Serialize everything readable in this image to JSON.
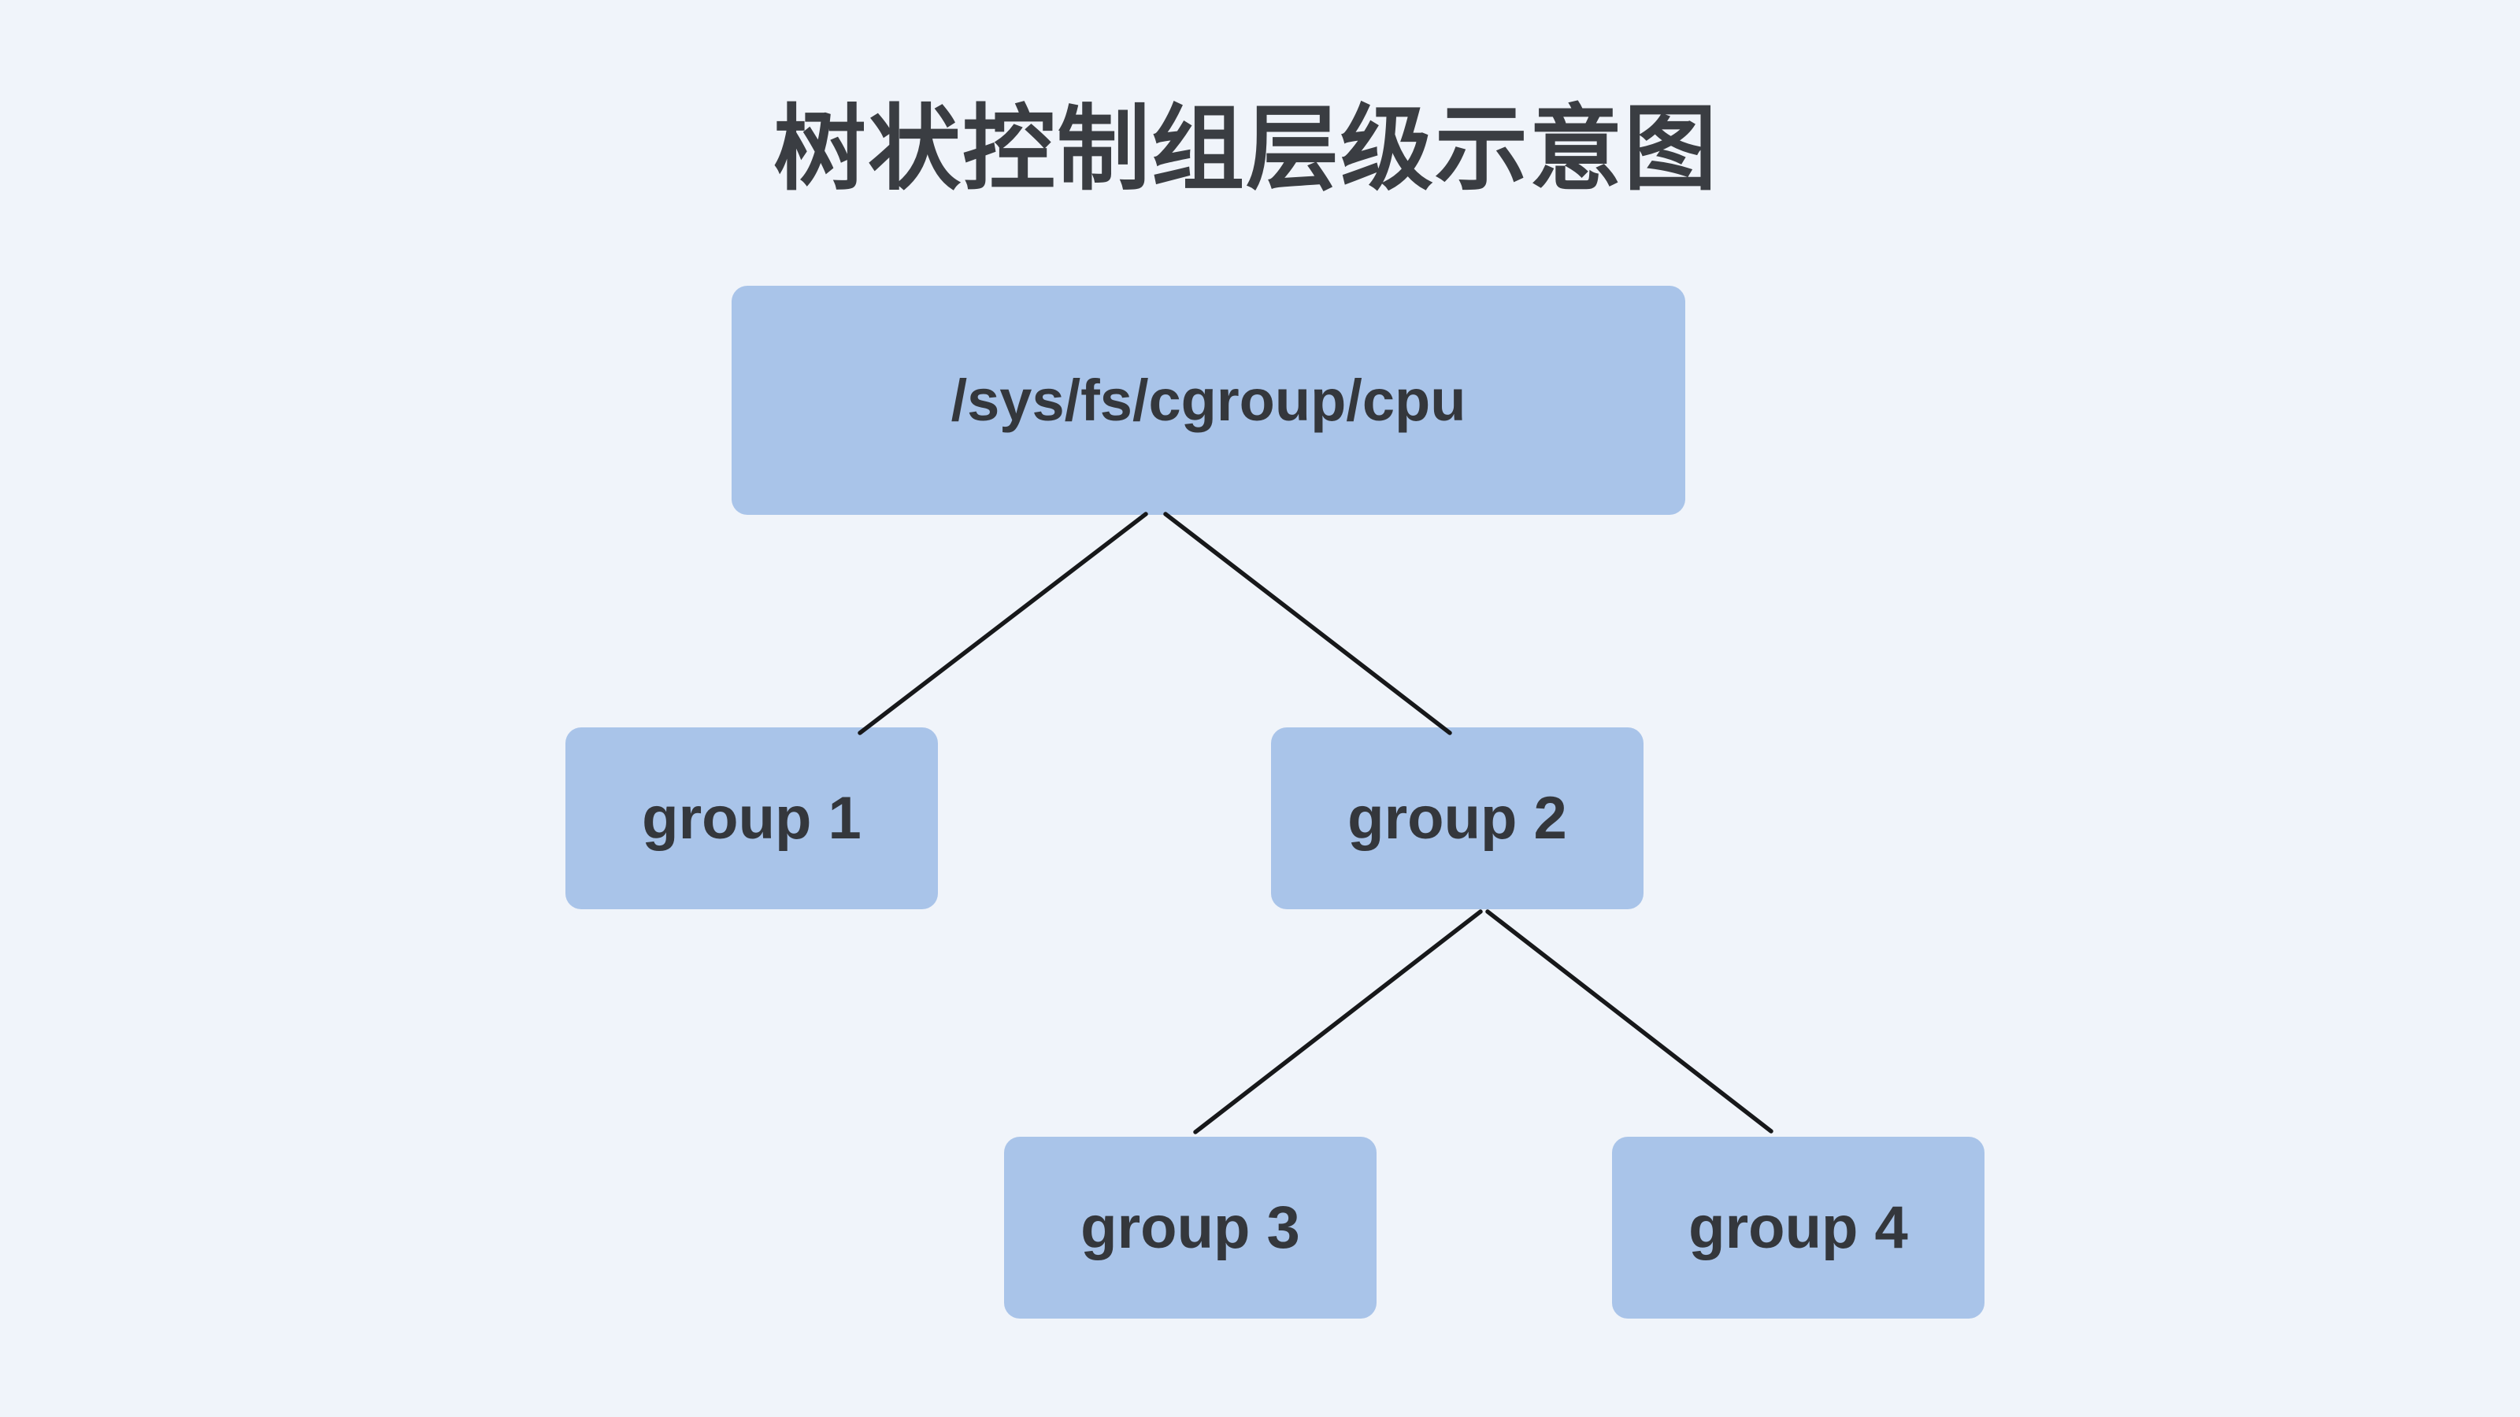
{
  "diagram": {
    "title": "树状控制组层级示意图",
    "type": "tree",
    "nodes": {
      "root": {
        "id": "root",
        "label": "/sys/fs/cgroup/cpu"
      },
      "group1": {
        "id": "group1",
        "label": "group 1"
      },
      "group2": {
        "id": "group2",
        "label": "group 2"
      },
      "group3": {
        "id": "group3",
        "label": "group 3"
      },
      "group4": {
        "id": "group4",
        "label": "group 4"
      }
    },
    "edges": [
      {
        "from": "root",
        "to": "group1"
      },
      {
        "from": "root",
        "to": "group2"
      },
      {
        "from": "group2",
        "to": "group3"
      },
      {
        "from": "group2",
        "to": "group4"
      }
    ],
    "colors": {
      "node_fill": "#a9c4e9",
      "node_text": "#34373c",
      "title_text": "#3a3d42",
      "edge_line": "#17181a",
      "background": "#f0f4fa"
    }
  }
}
